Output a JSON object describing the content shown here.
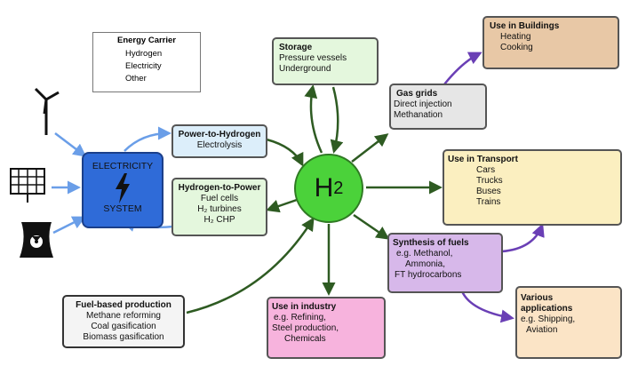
{
  "colors": {
    "hydrogen_arrow": "#2e5b22",
    "electricity_arrow": "#6a9ee8",
    "other_arrow": "#6a3fb5",
    "hydrogen_center": "#4bd23a",
    "electricity_system": "#2f6bd8",
    "power_to_hydrogen": "#dceefa",
    "hydrogen_to_power": "#e4f7dd",
    "storage": "#e4f7dd",
    "gas_grids": "#e6e6e6",
    "buildings": "#e8c8a6",
    "transport": "#fbefc0",
    "synthesis": "#d7b8ea",
    "industry": "#f7b3dd",
    "various": "#fbe4c6",
    "fuel_based": "#f4f4f4"
  },
  "legend": {
    "title": "Energy Carrier",
    "items": [
      "Hydrogen",
      "Electricity",
      "Other"
    ]
  },
  "center": {
    "label": "H",
    "sub": "2"
  },
  "electricity_system": {
    "line1": "ELECTRICITY",
    "line2": "SYSTEM"
  },
  "icons": [
    "wind-turbine-icon",
    "solar-panel-icon",
    "nuclear-plant-icon",
    "lightning-bolt-icon",
    "storage-tank-icon",
    "pipeline-icon",
    "house-icon",
    "office-building-icon",
    "car-icon",
    "truck-icon",
    "bus-icon",
    "train-icon",
    "flask-icon",
    "factory-icon",
    "ship-icon",
    "airplane-icon"
  ],
  "boxes": {
    "power_to_hydrogen": {
      "title": "Power-to-Hydrogen",
      "lines": [
        "Electrolysis"
      ]
    },
    "hydrogen_to_power": {
      "title": "Hydrogen-to-Power",
      "lines": [
        "Fuel cells",
        "H₂ turbines",
        "H₂ CHP"
      ]
    },
    "storage": {
      "title": "Storage",
      "lines": [
        "Pressure vessels",
        "Underground"
      ]
    },
    "gas_grids": {
      "title": "Gas grids",
      "lines": [
        "Direct injection",
        "Methanation"
      ]
    },
    "buildings": {
      "title": "Use in Buildings",
      "lines": [
        "Heating",
        "Cooking"
      ]
    },
    "transport": {
      "title": "Use in Transport",
      "lines": [
        "Cars",
        "Trucks",
        "Buses",
        "Trains"
      ]
    },
    "synthesis": {
      "title": "Synthesis of fuels",
      "lines": [
        "e.g. Methanol,",
        "Ammonia,",
        "FT hydrocarbons"
      ]
    },
    "industry": {
      "title": "Use in industry",
      "lines": [
        "e.g. Refining,",
        "Steel production,",
        "Chemicals"
      ]
    },
    "various": {
      "title": "Various applications",
      "lines": [
        "e.g. Shipping,",
        "Aviation"
      ]
    },
    "fuel_based": {
      "title": "Fuel-based production",
      "lines": [
        "Methane reforming",
        "Coal gasification",
        "Biomass gasification"
      ]
    }
  }
}
